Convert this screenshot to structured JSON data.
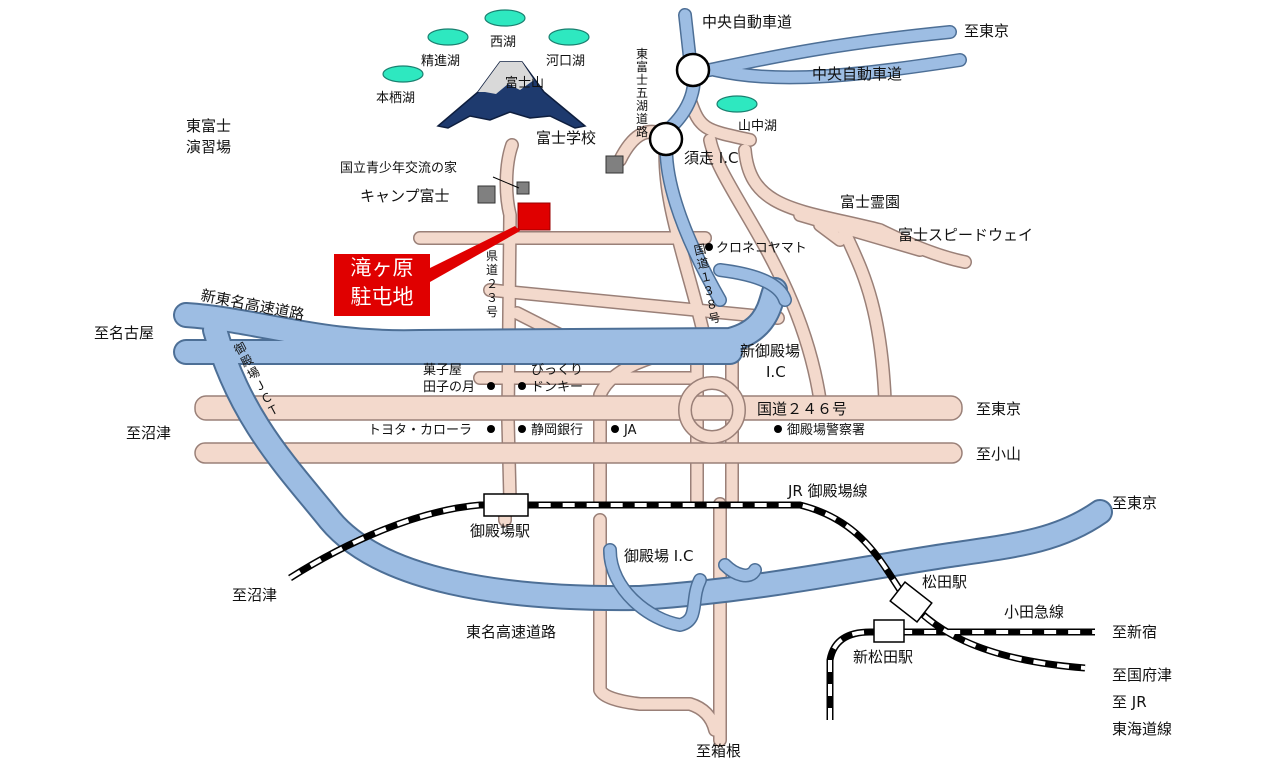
{
  "colors": {
    "road": "#f3d9cc",
    "road_edge": "#9a8078",
    "highway": "#9dbde3",
    "highway_edge": "#4d6f96",
    "lake": "#2ee8c0",
    "building": "#808080",
    "target": "#e00000",
    "rail": "#000000"
  },
  "destination": {
    "line1": "滝ヶ原",
    "line2": "駐屯地"
  },
  "mountain_lakes": {
    "fuji": "富士山",
    "saiko": "西湖",
    "shojiko": "精進湖",
    "kawaguchiko": "河口湖",
    "motosuko": "本栖湖",
    "yamanakako": "山中湖"
  },
  "facilities": {
    "higashi_fuji": "東富士",
    "enshujo": "演習場",
    "seishonen": "国立青少年交流の家",
    "camp_fuji": "キャンプ富士",
    "fuji_gakko": "富士学校",
    "fuji_reien": "富士霊園",
    "speedway": "富士スピードウェイ",
    "kuroneko": "クロネコヤマト",
    "kashiya_1": "菓子屋",
    "kashiya_2": "田子の月",
    "bikkuri_1": "びっくり",
    "bikkuri_2": "ドンキー",
    "toyota": "トヨタ・カローラ",
    "shizuoka_bank": "静岡銀行",
    "ja": "JA",
    "police": "御殿場警察署"
  },
  "roads": {
    "chuo_1": "中央自動車道",
    "chuo_2": "中央自動車道",
    "subashiri_ic": "須走 I.C",
    "shin_tomei": "新東名高速道路",
    "shin_gotemba_ic_1": "新御殿場",
    "shin_gotemba_ic_2": "I.C",
    "r246": "国道２４６号",
    "tomei": "東名高速道路",
    "gotemba_ic": "御殿場 I.C",
    "higashifuji_goko": "東富士五湖道路",
    "pref23": "県道２３号",
    "r138": "国道１３８号",
    "jct": "御殿場ＪＣＴ"
  },
  "rail": {
    "jr_line": "JR 御殿場線",
    "gotemba_sta": "御殿場駅",
    "matsuda_sta": "松田駅",
    "shinmatsuda_sta": "新松田駅",
    "odakyu": "小田急線"
  },
  "directions": {
    "tokyo_1": "至東京",
    "tokyo_2": "至東京",
    "tokyo_3": "至東京",
    "nagoya": "至名古屋",
    "numazu_1": "至沼津",
    "numazu_2": "至沼津",
    "oyama": "至小山",
    "shinjuku": "至新宿",
    "kozu": "至国府津",
    "jr_1": "至 JR",
    "jr_2": "東海道線",
    "hakone": "至箱根"
  }
}
